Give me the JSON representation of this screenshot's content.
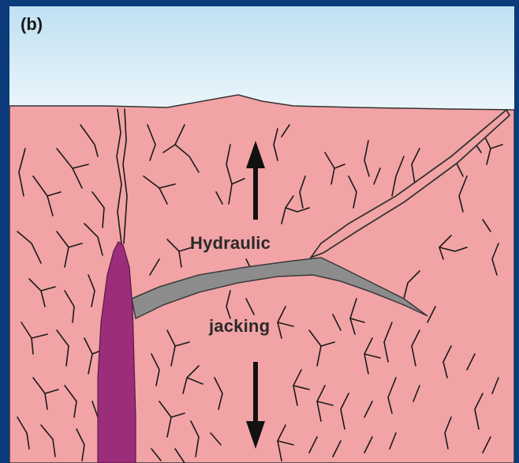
{
  "panel_label": "(b)",
  "labels": {
    "hydraulic": "Hydraulic",
    "jacking": "jacking"
  },
  "colors": {
    "sky_top": "#bfe0f2",
    "sky_bottom": "#eef7fb",
    "rock": "#f2a3a6",
    "intrusion": "#9c2d7a",
    "sill": "#8c8c8c",
    "fracture": "#1a1a1a",
    "border": "#0b3b7a"
  }
}
